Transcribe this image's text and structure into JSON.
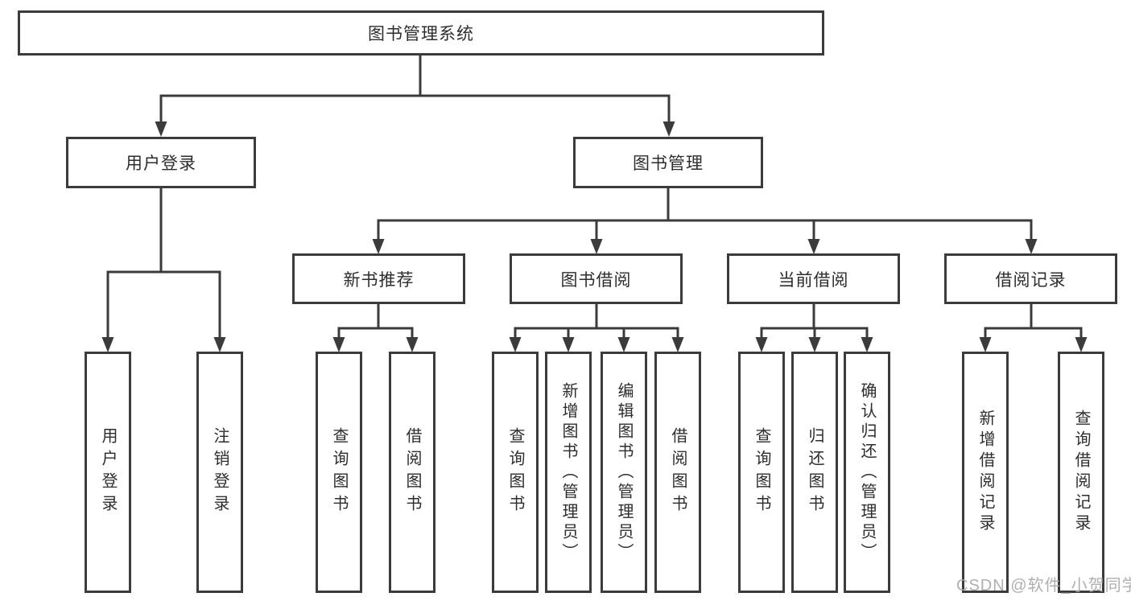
{
  "diagram": {
    "nodes": {
      "root": "图书管理系统",
      "user_login": "用户登录",
      "book_management": "图书管理",
      "new_book_recommend": "新书推荐",
      "book_borrow": "图书借阅",
      "current_borrow": "当前借阅",
      "borrow_records": "借阅记录",
      "leaves": {
        "user_login": [
          "用户登录",
          "注销登录"
        ],
        "new_book_recommend": [
          "查询图书",
          "借阅图书"
        ],
        "book_borrow": [
          "查询图书",
          "新增图书（管理员）",
          "编辑图书（管理员）",
          "借阅图书"
        ],
        "current_borrow": [
          "查询图书",
          "归还图书",
          "确认归还（管理员）"
        ],
        "borrow_records": [
          "新增借阅记录",
          "查询借阅记录"
        ]
      }
    }
  },
  "watermark": "CSDN @软件_小贺同学",
  "colors": {
    "line": "#3b3b3b",
    "text": "#2d2d2d",
    "background": "#ffffff",
    "watermark": "#a8a8a8"
  }
}
